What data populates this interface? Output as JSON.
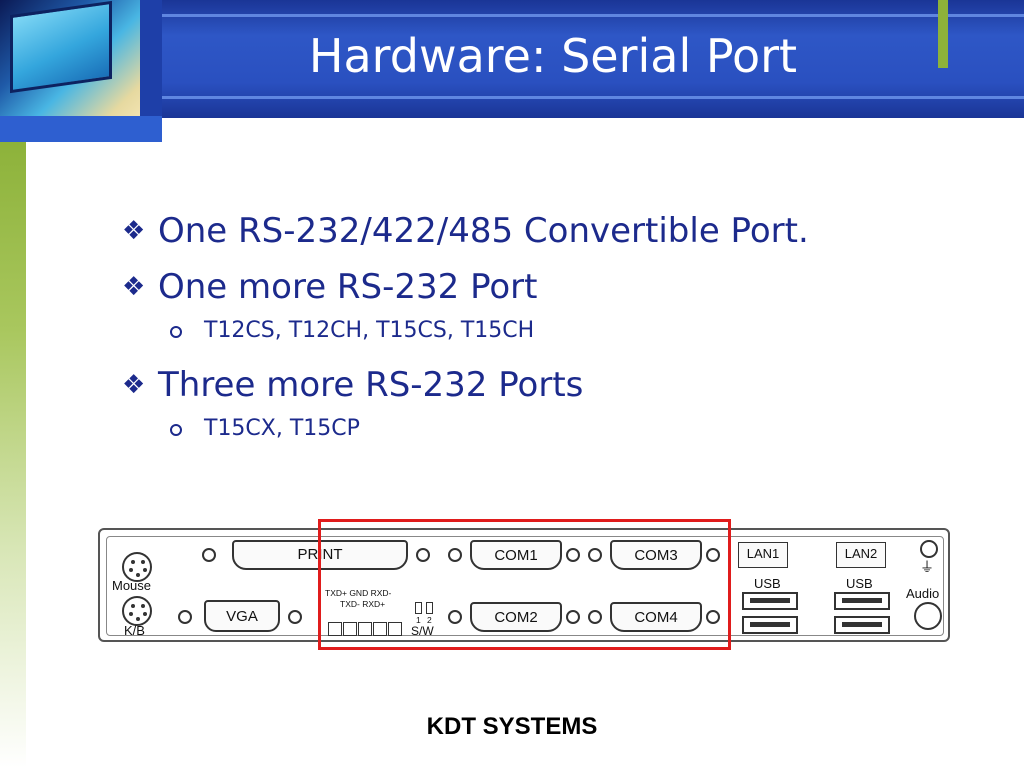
{
  "slide": {
    "title": "Hardware: Serial Port",
    "footer": "KDT SYSTEMS",
    "bullets": [
      {
        "level": 1,
        "text": "One RS-232/422/485 Convertible Port."
      },
      {
        "level": 1,
        "text": "One more RS-232 Port"
      },
      {
        "level": 2,
        "text": "T12CS, T12CH, T15CS, T15CH"
      },
      {
        "level": 1,
        "text": "Three more RS-232 Ports"
      },
      {
        "level": 2,
        "text": "T15CX, T15CP"
      }
    ]
  },
  "panel": {
    "mouse_label": "Mouse",
    "kb_label": "K/B",
    "print_label": "PRINT",
    "vga_label": "VGA",
    "com1_label": "COM1",
    "com2_label": "COM2",
    "com3_label": "COM3",
    "com4_label": "COM4",
    "pin_top": "TXD+  GND   RXD-",
    "pin_bottom": "TXD-   RXD+",
    "switch_num_1": "1",
    "switch_num_2": "2",
    "sw_label": "S/W",
    "lan1_label": "LAN1",
    "lan2_label": "LAN2",
    "usb1_label": "USB",
    "usb2_label": "USB",
    "audio_label": "Audio"
  },
  "colors": {
    "header_blue": "#2e57c6",
    "accent_green": "#8db23a",
    "text_navy": "#1c2a8c",
    "highlight_red": "#e01c1c"
  },
  "icons": {
    "level1_bullet": "diamond-four-bullet-icon",
    "level2_bullet": "hollow-circle-bullet-icon",
    "ground": "ground-symbol-icon"
  }
}
